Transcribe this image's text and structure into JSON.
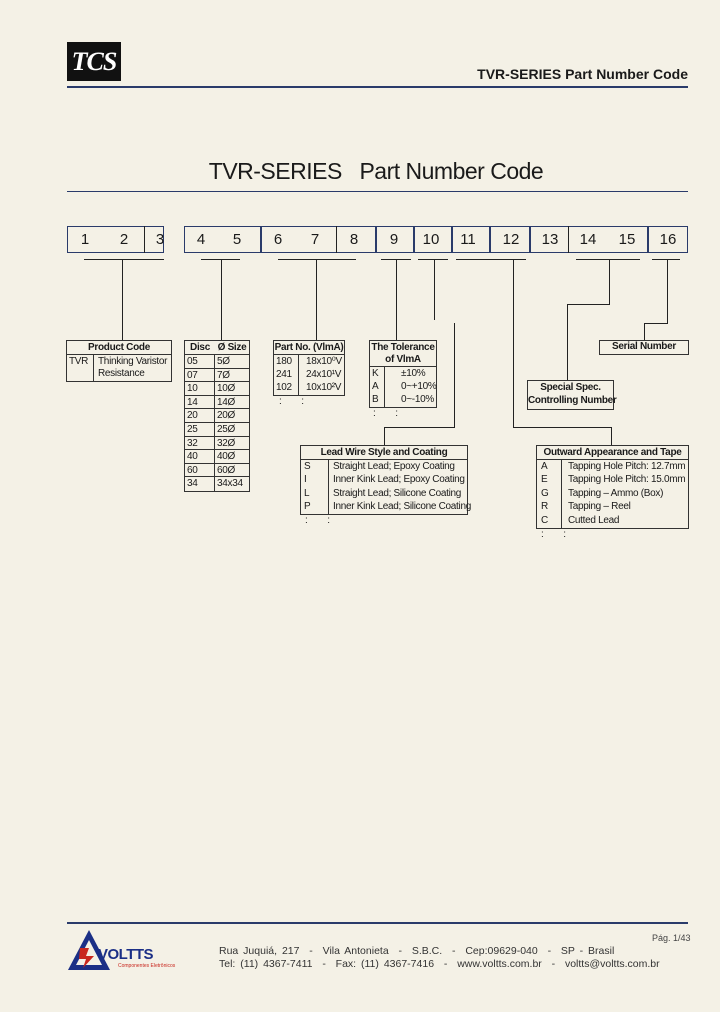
{
  "header": {
    "logo_text": "TCS",
    "title": "TVR-SERIES Part Number Code"
  },
  "main_title": "TVR-SERIES   Part Number Code",
  "digits": [
    "1",
    "2",
    "3",
    "4",
    "5",
    "6",
    "7",
    "8",
    "9",
    "10",
    "11",
    "12",
    "13",
    "14",
    "15",
    "16"
  ],
  "product_code": {
    "title": "Product Code",
    "code": "TVR",
    "desc_line1": "Thinking Varistor",
    "desc_line2": "Resistance"
  },
  "disc_table": {
    "col1": "Disc",
    "col2": "Ø Size",
    "rows": [
      [
        "05",
        "5Ø"
      ],
      [
        "07",
        "7Ø"
      ],
      [
        "10",
        "10Ø"
      ],
      [
        "14",
        "14Ø"
      ],
      [
        "20",
        "20Ø"
      ],
      [
        "25",
        "25Ø"
      ],
      [
        "32",
        "32Ø"
      ],
      [
        "40",
        "40Ø"
      ],
      [
        "60",
        "60Ø"
      ],
      [
        "34",
        "34x34"
      ]
    ]
  },
  "part_no": {
    "title": "Part No. (VlmA)",
    "rows": [
      [
        "180",
        "18x10⁰V"
      ],
      [
        "241",
        "24x10¹V"
      ],
      [
        "102",
        "10x10²V"
      ]
    ],
    "ellipsis": ":       :"
  },
  "tolerance": {
    "title_line1": "The Tolerance",
    "title_line2": "of VlmA",
    "rows": [
      [
        "K",
        "±10%"
      ],
      [
        "A",
        "0~+10%"
      ],
      [
        "B",
        "0~-10%"
      ]
    ],
    "ellipsis": ":       :"
  },
  "lead_wire": {
    "title": "Lead Wire Style and Coating",
    "rows": [
      [
        "S",
        "Straight Lead; Epoxy Coating"
      ],
      [
        "I",
        "Inner Kink Lead; Epoxy Coating"
      ],
      [
        "L",
        "Straight Lead; Silicone Coating"
      ],
      [
        "P",
        "Inner Kink Lead; Silicone Coating"
      ]
    ],
    "ellipsis": ":       :"
  },
  "special_spec": {
    "line1": "Special Spec.",
    "line2": "Controlling Number"
  },
  "serial_number": {
    "title": "Serial Number"
  },
  "outward": {
    "title": "Outward Appearance and Tape",
    "rows": [
      [
        "A",
        "Tapping Hole Pitch: 12.7mm"
      ],
      [
        "E",
        "Tapping Hole Pitch: 15.0mm"
      ],
      [
        "G",
        "Tapping – Ammo (Box)"
      ],
      [
        "R",
        "Tapping – Reel"
      ],
      [
        "C",
        "Cutted Lead"
      ]
    ],
    "ellipsis": ":       :"
  },
  "footer": {
    "page": "Pág. 1/43",
    "brand": "VOLTTS",
    "brand_sub": "Componentes Eletrônicos",
    "address": "Rua Juquiá, 217  -  Vila Antonieta  -  S.B.C.  -  Cep:09629-040  -  SP - Brasil",
    "contact": "Tel: (11) 4367-7411  -  Fax: (11) 4367-7416  -  www.voltts.com.br  -  voltts@voltts.com.br"
  },
  "colors": {
    "rule": "#2a3b6a",
    "brand_blue": "#1b2f86",
    "brand_red": "#c8271e"
  }
}
